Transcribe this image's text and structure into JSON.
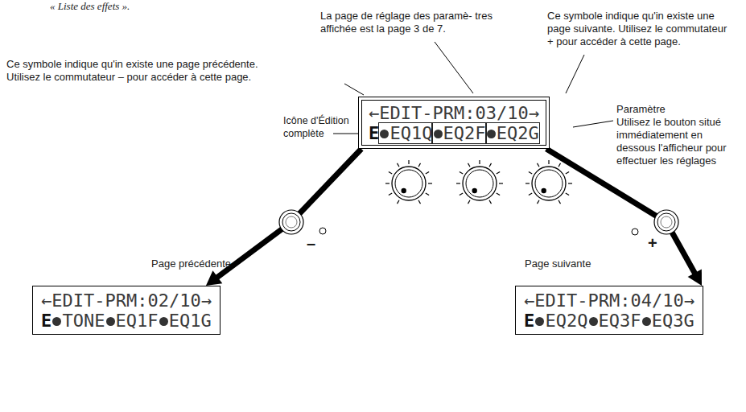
{
  "diagram": {
    "nodes": [
      {
        "text": [
          "←EDIT-PRM:03/10→",
          "E",
          "EQ1Q",
          "EQ2F",
          "EQ2G"
        ]
      },
      {
        "text": [
          "←EDIT-PRM:02/10→",
          "E",
          "TONE",
          "EQ1F",
          "EQ1G"
        ]
      },
      {
        "text": [
          "←EDIT-PRM:04/10→",
          "E",
          "EQ2Q",
          "EQ3F",
          "EQ3G"
        ]
      }
    ],
    "edges": [
      {
        "from": 0,
        "to": 1,
        "arrow": "to"
      },
      {
        "from": 0,
        "to": 2,
        "arrow": "to"
      }
    ],
    "labels": [
      "« Liste des effets ».",
      "La page de réglage des paramè- tres affichée est la page 3 de 7.",
      "Ce symbole indique qu'in existe une page précédente.",
      "Utilisez le commutateur – pour accéder à cette page.",
      "Ce symbole indique qu'in existe une page suivante. Utilisez le commutateur + pour accéder à cette page.",
      "Icône d'Édition complète",
      "Paramètre",
      "Utilisez le bouton situé immédiatement en dessous l'afficheur pour effectuer les réglages",
      "–",
      "+",
      "Page précédente",
      "Page suivante"
    ]
  }
}
